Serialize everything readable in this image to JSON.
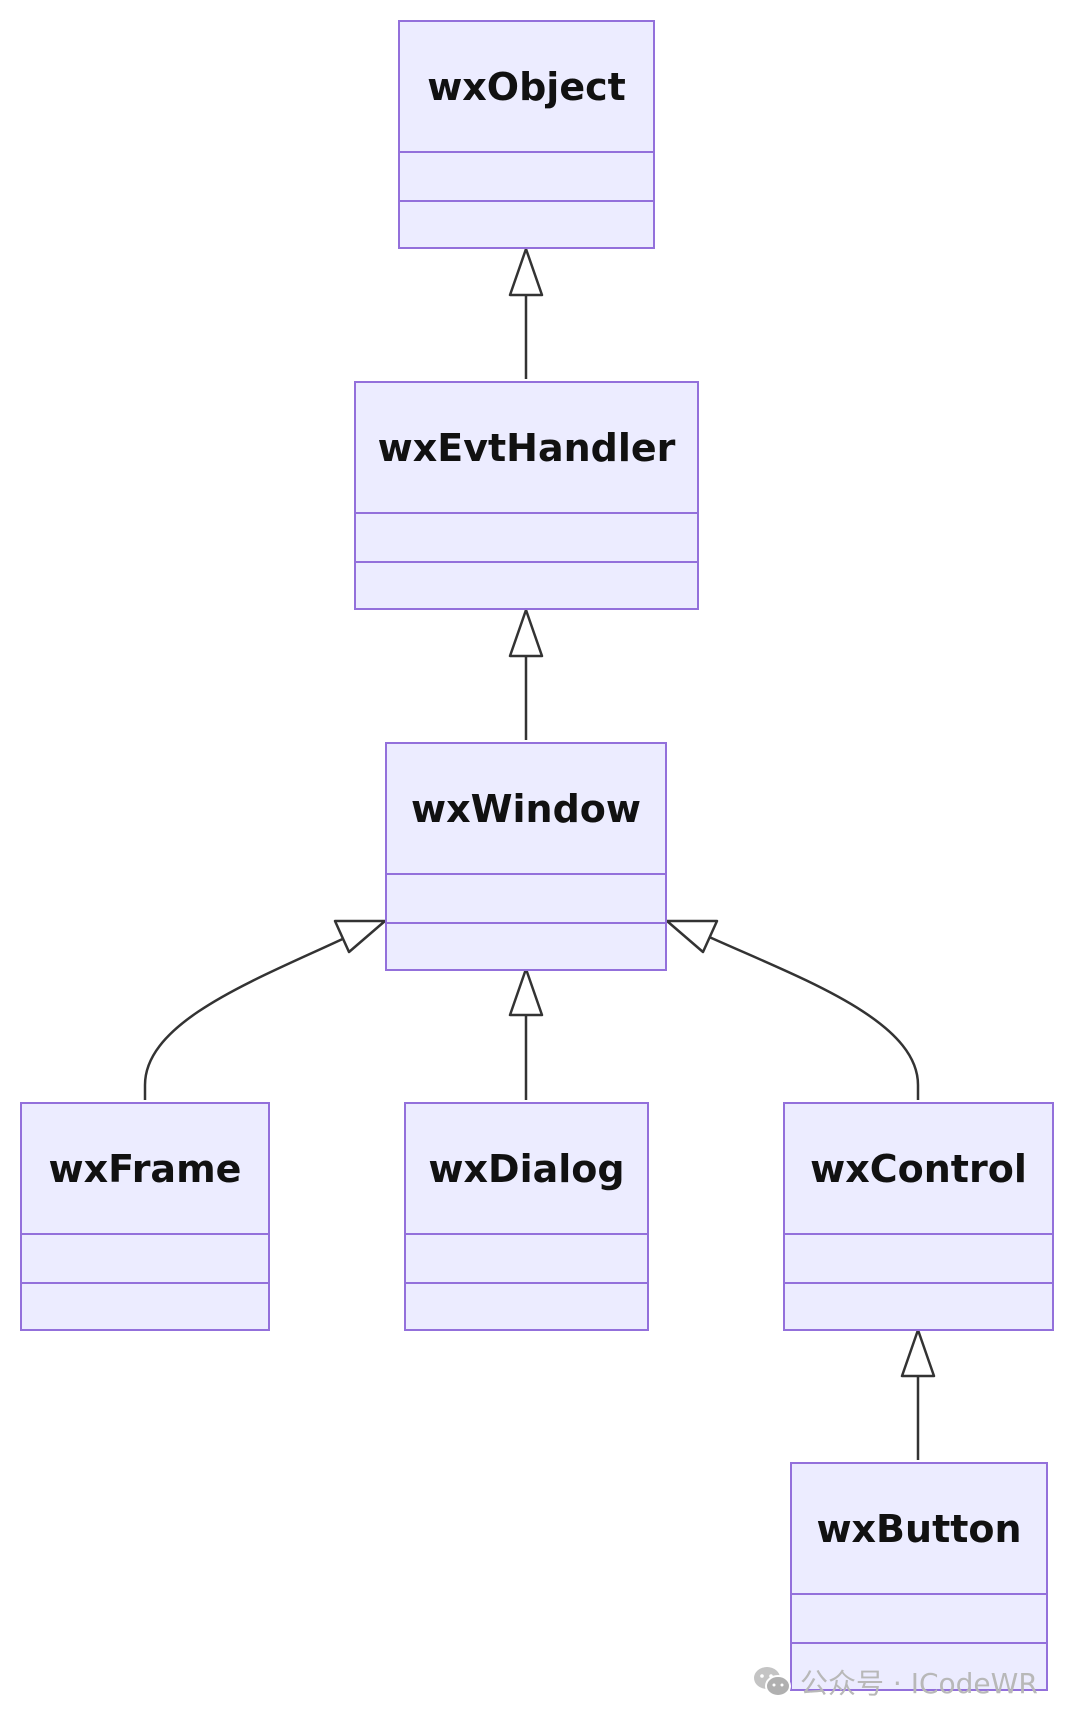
{
  "classes": {
    "wxObject": "wxObject",
    "wxEvtHandler": "wxEvtHandler",
    "wxWindow": "wxWindow",
    "wxFrame": "wxFrame",
    "wxDialog": "wxDialog",
    "wxControl": "wxControl",
    "wxButton": "wxButton"
  },
  "relations": [
    {
      "from": "wxEvtHandler",
      "to": "wxObject",
      "type": "inheritance"
    },
    {
      "from": "wxWindow",
      "to": "wxEvtHandler",
      "type": "inheritance"
    },
    {
      "from": "wxFrame",
      "to": "wxWindow",
      "type": "inheritance"
    },
    {
      "from": "wxDialog",
      "to": "wxWindow",
      "type": "inheritance"
    },
    {
      "from": "wxControl",
      "to": "wxWindow",
      "type": "inheritance"
    },
    {
      "from": "wxButton",
      "to": "wxControl",
      "type": "inheritance"
    }
  ],
  "colors": {
    "box_fill": "#ECECFF",
    "box_border": "#9370DB",
    "edge": "#333333",
    "watermark": "#b8b8b8"
  },
  "watermark": {
    "icon": "wechat-icon",
    "text": "公众号 · ICodeWR"
  }
}
